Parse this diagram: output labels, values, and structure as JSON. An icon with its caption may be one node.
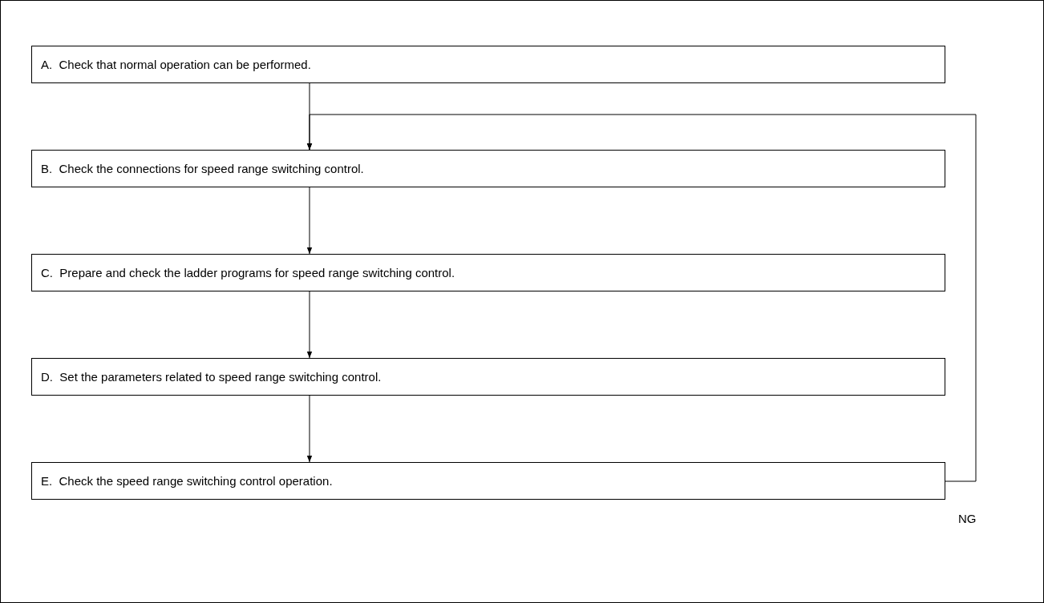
{
  "diagram": {
    "nodes": [
      {
        "text": [
          "A.  Check that normal operation can be performed."
        ]
      },
      {
        "text": [
          "B.  Check the connections for speed range switching control."
        ]
      },
      {
        "text": [
          "C.  Prepare and check the ladder programs for speed range switching control."
        ]
      },
      {
        "text": [
          "D.  Set the parameters related to speed range switching control."
        ]
      },
      {
        "text": [
          "E.  Check the speed range switching control operation."
        ]
      }
    ],
    "edges": [
      {
        "from": 0,
        "to": 1,
        "arrow": "to"
      },
      {
        "from": 1,
        "to": 2,
        "arrow": "to"
      },
      {
        "from": 2,
        "to": 3,
        "arrow": "to"
      },
      {
        "from": 3,
        "to": 4,
        "arrow": "to"
      },
      {
        "from": 4,
        "to": 1,
        "arrow": "to",
        "label": "NG"
      }
    ]
  }
}
